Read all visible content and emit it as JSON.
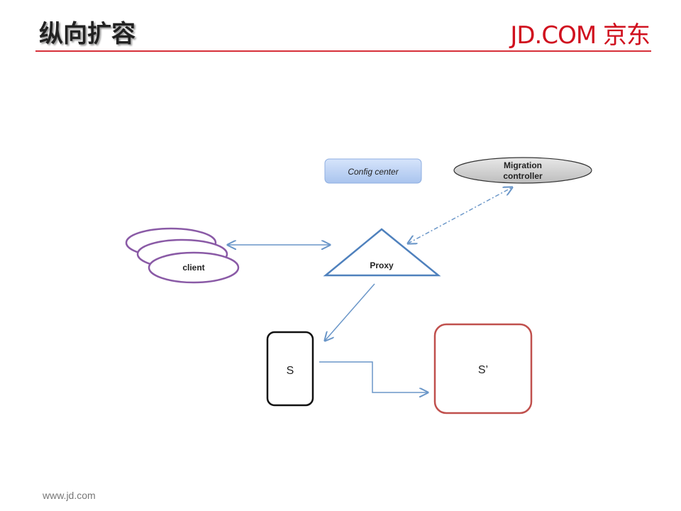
{
  "header": {
    "title": "纵向扩容",
    "logo": "JD.COM 京东"
  },
  "footer": {
    "url": "www.jd.com"
  },
  "diagram": {
    "nodes": {
      "config_center": "Config center",
      "migration_controller_line1": "Migration",
      "migration_controller_line2": "controller",
      "proxy": "Proxy",
      "client": "client",
      "s": "S",
      "s_prime": "S’"
    }
  },
  "colors": {
    "accent": "#d0101e",
    "arrow": "#6a96c8",
    "client": "#8a5aa6",
    "s_prime": "#c0504d"
  }
}
